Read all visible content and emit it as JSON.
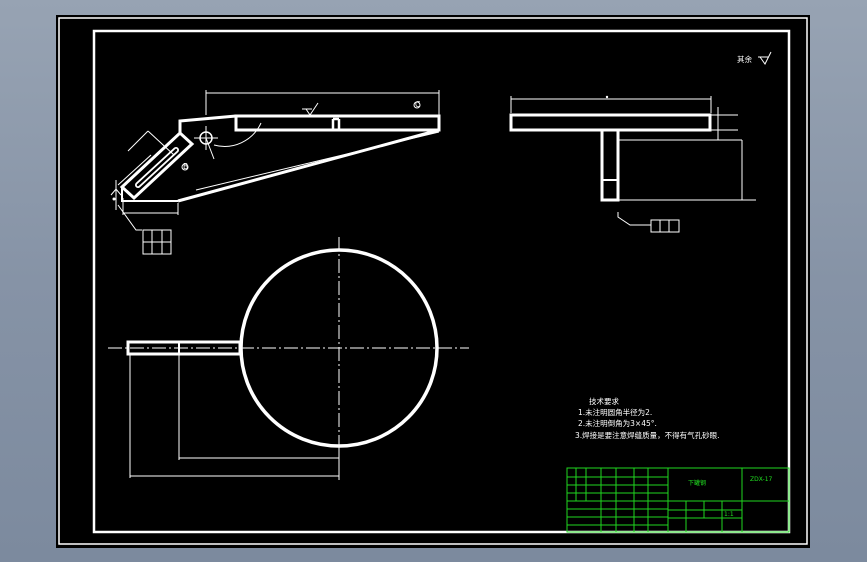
{
  "surface_note": {
    "label": "其余"
  },
  "tech_requirements": {
    "title": "技术要求",
    "items": [
      "1.未注明圆角半径为2.",
      "2.未注明倒角为3×45°.",
      "3.焊接是要注意焊缝质量，不得有气孔砂眼."
    ]
  },
  "title_block": {
    "drawing_title": "下罐钢",
    "drawing_number": "ZDX-17",
    "scale": "1:1"
  },
  "callouts": {
    "side_view_circled": "C",
    "bolt_circled": "B"
  },
  "colors": {
    "canvas": "#000000",
    "lines": "#ffffff",
    "title_block": "#1fd61f",
    "window_chrome": "#8a97a8"
  }
}
